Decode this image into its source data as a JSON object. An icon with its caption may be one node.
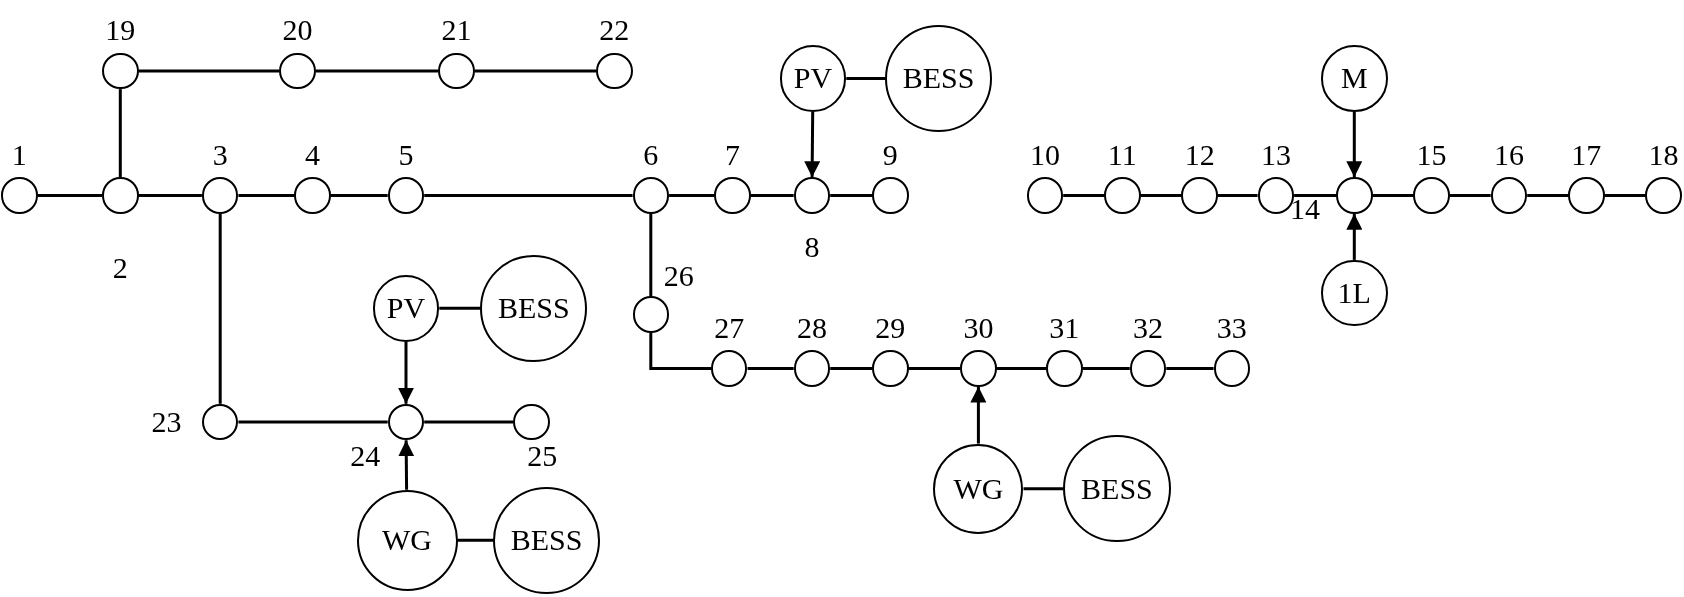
{
  "diagram": {
    "nodes": [
      {
        "text": [],
        "shape": "circle",
        "beside": [
          "1"
        ]
      },
      {
        "text": [],
        "shape": "circle",
        "beside": [
          "2"
        ]
      },
      {
        "text": [],
        "shape": "circle",
        "beside": [
          "3"
        ]
      },
      {
        "text": [],
        "shape": "circle",
        "beside": [
          "4"
        ]
      },
      {
        "text": [],
        "shape": "circle",
        "beside": [
          "5"
        ]
      },
      {
        "text": [],
        "shape": "circle",
        "beside": [
          "6"
        ]
      },
      {
        "text": [],
        "shape": "circle",
        "beside": [
          "7"
        ]
      },
      {
        "text": [],
        "shape": "circle",
        "beside": [
          "8"
        ]
      },
      {
        "text": [],
        "shape": "circle",
        "beside": [
          "9"
        ]
      },
      {
        "text": [],
        "shape": "circle",
        "beside": [
          "10"
        ]
      },
      {
        "text": [],
        "shape": "circle",
        "beside": [
          "11"
        ]
      },
      {
        "text": [],
        "shape": "circle",
        "beside": [
          "12"
        ]
      },
      {
        "text": [],
        "shape": "circle",
        "beside": [
          "13"
        ]
      },
      {
        "text": [],
        "shape": "circle",
        "beside": [
          "14"
        ]
      },
      {
        "text": [],
        "shape": "circle",
        "beside": [
          "15"
        ]
      },
      {
        "text": [],
        "shape": "circle",
        "beside": [
          "16"
        ]
      },
      {
        "text": [],
        "shape": "circle",
        "beside": [
          "17"
        ]
      },
      {
        "text": [],
        "shape": "circle",
        "beside": [
          "18"
        ]
      },
      {
        "text": [],
        "shape": "circle",
        "beside": [
          "19"
        ]
      },
      {
        "text": [],
        "shape": "circle",
        "beside": [
          "20"
        ]
      },
      {
        "text": [],
        "shape": "circle",
        "beside": [
          "21"
        ]
      },
      {
        "text": [],
        "shape": "circle",
        "beside": [
          "22"
        ]
      },
      {
        "text": [],
        "shape": "circle",
        "beside": [
          "23"
        ]
      },
      {
        "text": [],
        "shape": "circle",
        "beside": [
          "24"
        ]
      },
      {
        "text": [],
        "shape": "circle",
        "beside": [
          "25"
        ]
      },
      {
        "text": [],
        "shape": "circle",
        "beside": [
          "26"
        ]
      },
      {
        "text": [],
        "shape": "circle",
        "beside": [
          "27"
        ]
      },
      {
        "text": [],
        "shape": "circle",
        "beside": [
          "28"
        ]
      },
      {
        "text": [],
        "shape": "circle",
        "beside": [
          "29"
        ]
      },
      {
        "text": [],
        "shape": "circle",
        "beside": [
          "30"
        ]
      },
      {
        "text": [],
        "shape": "circle",
        "beside": [
          "31"
        ]
      },
      {
        "text": [],
        "shape": "circle",
        "beside": [
          "32"
        ]
      },
      {
        "text": [],
        "shape": "circle",
        "beside": [
          "33"
        ]
      },
      {
        "text": [
          "PV"
        ]
      },
      {
        "text": [
          "BESS"
        ]
      },
      {
        "text": [
          "M"
        ]
      },
      {
        "text": [
          "1L"
        ]
      },
      {
        "text": [
          "PV"
        ]
      },
      {
        "text": [
          "BESS"
        ]
      },
      {
        "text": [
          "WG"
        ]
      },
      {
        "text": [
          "BESS"
        ]
      },
      {
        "text": [
          "WG"
        ]
      },
      {
        "text": [
          "BESS"
        ]
      }
    ],
    "edges": [
      {
        "from": 0,
        "to": 1,
        "arrow": "none"
      },
      {
        "from": 1,
        "to": 2,
        "arrow": "none"
      },
      {
        "from": 2,
        "to": 3,
        "arrow": "none"
      },
      {
        "from": 3,
        "to": 4,
        "arrow": "none"
      },
      {
        "from": 4,
        "to": 5,
        "arrow": "none"
      },
      {
        "from": 5,
        "to": 6,
        "arrow": "none"
      },
      {
        "from": 6,
        "to": 7,
        "arrow": "none"
      },
      {
        "from": 7,
        "to": 8,
        "arrow": "none"
      },
      {
        "from": 1,
        "to": 18,
        "arrow": "none"
      },
      {
        "from": 18,
        "to": 19,
        "arrow": "none"
      },
      {
        "from": 19,
        "to": 20,
        "arrow": "none"
      },
      {
        "from": 20,
        "to": 21,
        "arrow": "none"
      },
      {
        "from": 2,
        "to": 22,
        "arrow": "none"
      },
      {
        "from": 22,
        "to": 23,
        "arrow": "none"
      },
      {
        "from": 23,
        "to": 24,
        "arrow": "none"
      },
      {
        "from": 5,
        "to": 25,
        "arrow": "none"
      },
      {
        "from": 25,
        "to": 26,
        "arrow": "none"
      },
      {
        "from": 26,
        "to": 27,
        "arrow": "none"
      },
      {
        "from": 27,
        "to": 28,
        "arrow": "none"
      },
      {
        "from": 28,
        "to": 29,
        "arrow": "none"
      },
      {
        "from": 29,
        "to": 30,
        "arrow": "none"
      },
      {
        "from": 30,
        "to": 31,
        "arrow": "none"
      },
      {
        "from": 31,
        "to": 32,
        "arrow": "none"
      },
      {
        "from": 9,
        "to": 10,
        "arrow": "none"
      },
      {
        "from": 10,
        "to": 11,
        "arrow": "none"
      },
      {
        "from": 11,
        "to": 12,
        "arrow": "none"
      },
      {
        "from": 12,
        "to": 13,
        "arrow": "none"
      },
      {
        "from": 13,
        "to": 14,
        "arrow": "none"
      },
      {
        "from": 14,
        "to": 15,
        "arrow": "none"
      },
      {
        "from": 15,
        "to": 16,
        "arrow": "none"
      },
      {
        "from": 16,
        "to": 17,
        "arrow": "none"
      },
      {
        "from": 33,
        "to": 34,
        "arrow": "none"
      },
      {
        "from": 33,
        "to": 7,
        "arrow": "to"
      },
      {
        "from": 35,
        "to": 13,
        "arrow": "to"
      },
      {
        "from": 36,
        "to": 13,
        "arrow": "to"
      },
      {
        "from": 37,
        "to": 38,
        "arrow": "none"
      },
      {
        "from": 37,
        "to": 23,
        "arrow": "to"
      },
      {
        "from": 39,
        "to": 23,
        "arrow": "to"
      },
      {
        "from": 39,
        "to": 40,
        "arrow": "none"
      },
      {
        "from": 41,
        "to": 29,
        "arrow": "to"
      },
      {
        "from": 41,
        "to": 42,
        "arrow": "none"
      }
    ]
  }
}
